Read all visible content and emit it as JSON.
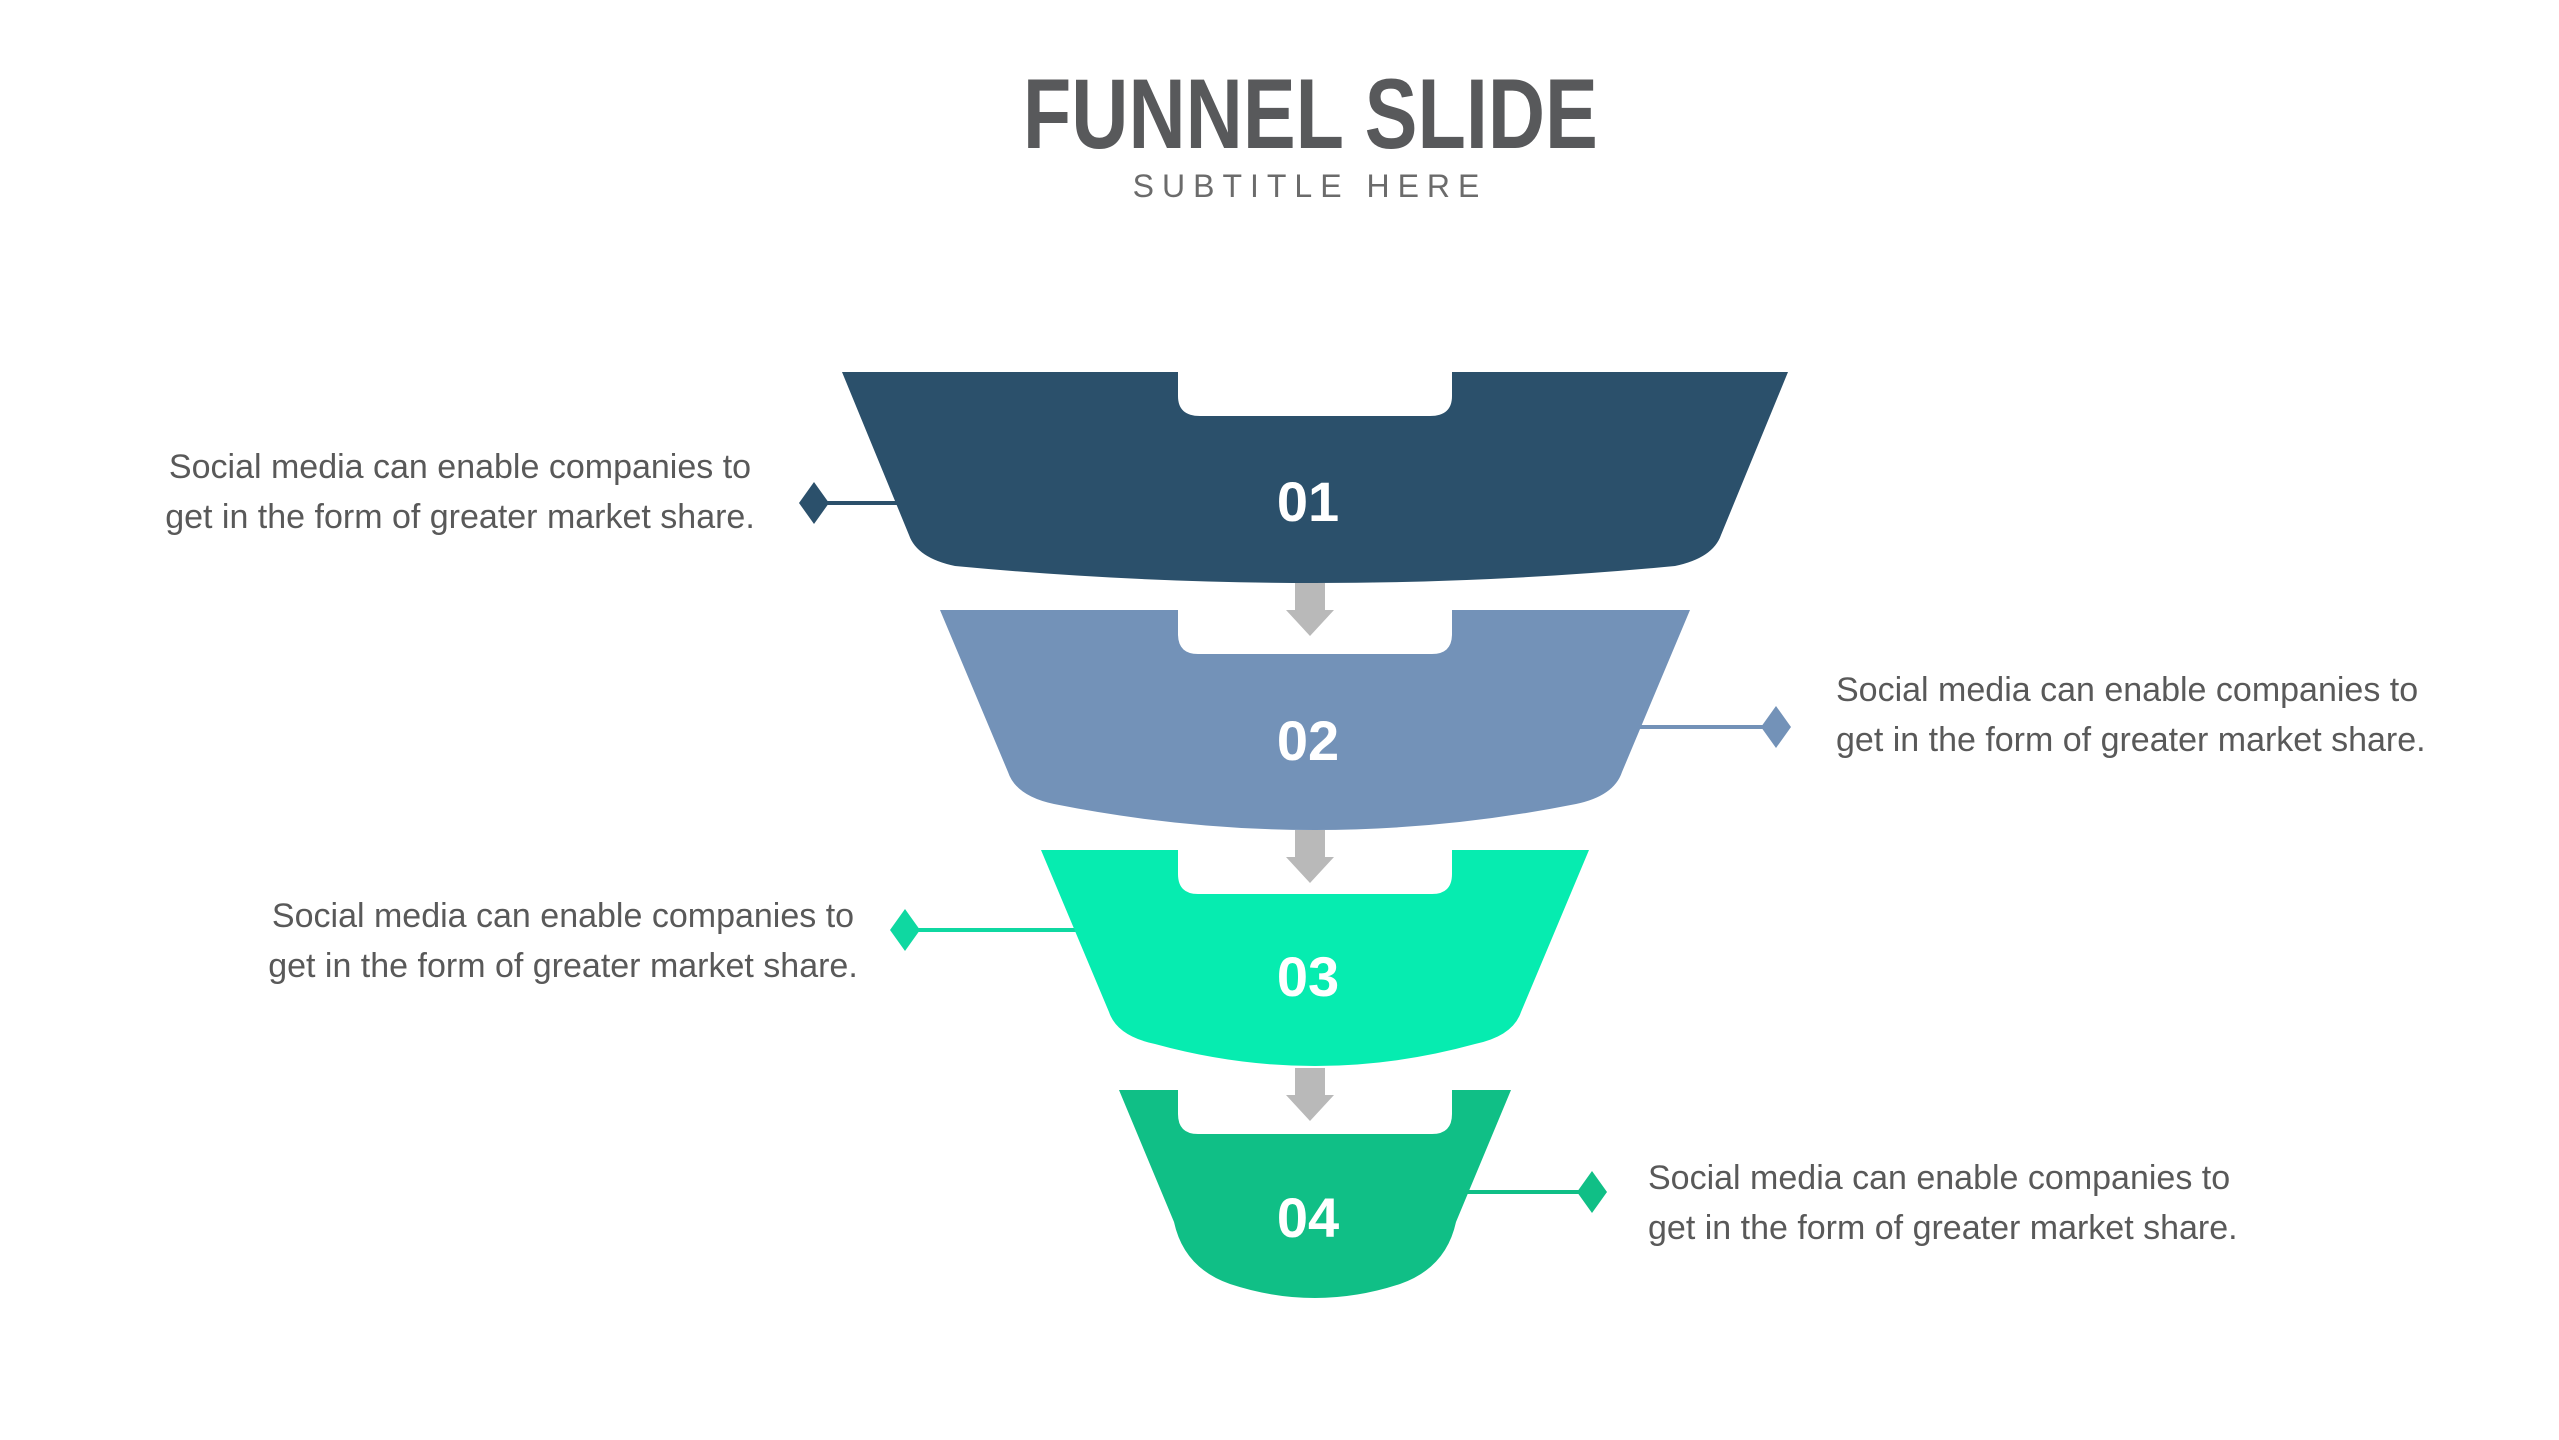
{
  "slide": {
    "title": "FUNNEL SLIDE",
    "subtitle": "SUBTITLE HERE",
    "title_color": "#58595B",
    "subtitle_color": "#6B6B6B",
    "body_text_color": "#595959",
    "background_color": "#FFFFFF"
  },
  "funnel": {
    "arrow_color": "#B9B9B9",
    "stages": [
      {
        "number": "01",
        "color": "#2B506B",
        "connector_side": "left",
        "connector_color": "#2B506B",
        "marker": "diamond-marker",
        "desc_lines": [
          "Social media can enable companies to",
          "get in the form of greater market share."
        ]
      },
      {
        "number": "02",
        "color": "#7392B8",
        "connector_side": "right",
        "connector_color": "#7392B8",
        "marker": "diamond-marker",
        "desc_lines": [
          "Social media can enable companies to",
          "get in the form of greater market share."
        ]
      },
      {
        "number": "03",
        "color": "#06ECB0",
        "connector_side": "left",
        "connector_color": "#0FD8A1",
        "marker": "diamond-marker",
        "desc_lines": [
          "Social media can enable companies to",
          "get in the form of greater market share."
        ]
      },
      {
        "number": "04",
        "color": "#10BF86",
        "connector_side": "right",
        "connector_color": "#10BF86",
        "marker": "diamond-marker",
        "desc_lines": [
          "Social media can enable companies to",
          "get in the form of greater market share."
        ]
      }
    ]
  }
}
